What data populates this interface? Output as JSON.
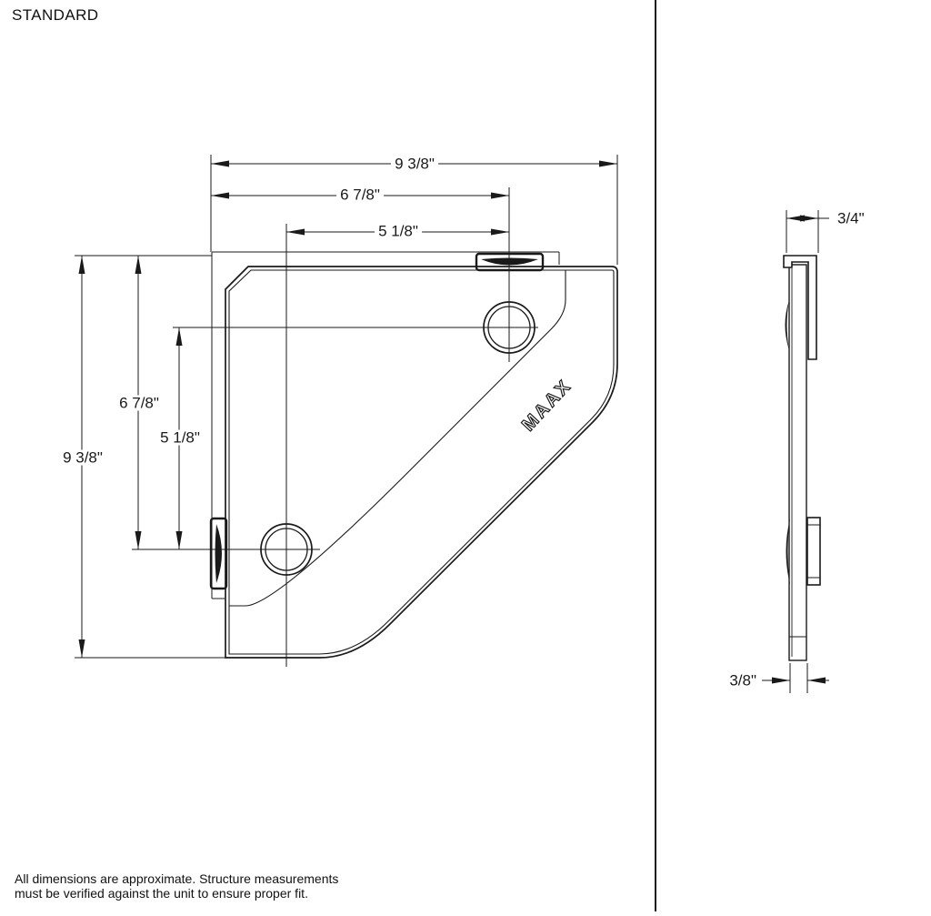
{
  "title": "STANDARD",
  "plan_view": {
    "logo": "MAAX",
    "dims": {
      "top_total": "9 3/8\"",
      "top_mid": "6 7/8\"",
      "top_inner": "5 1/8\"",
      "left_total": "9 3/8\"",
      "left_mid": "6 7/8\"",
      "left_inner": "5 1/8\""
    }
  },
  "side_view": {
    "dims": {
      "hook_depth": "3/4\"",
      "thickness": "3/8\""
    }
  },
  "footnote": {
    "line1": "All dimensions are approximate. Structure measurements",
    "line2": "must be verified against the unit to ensure proper fit."
  }
}
